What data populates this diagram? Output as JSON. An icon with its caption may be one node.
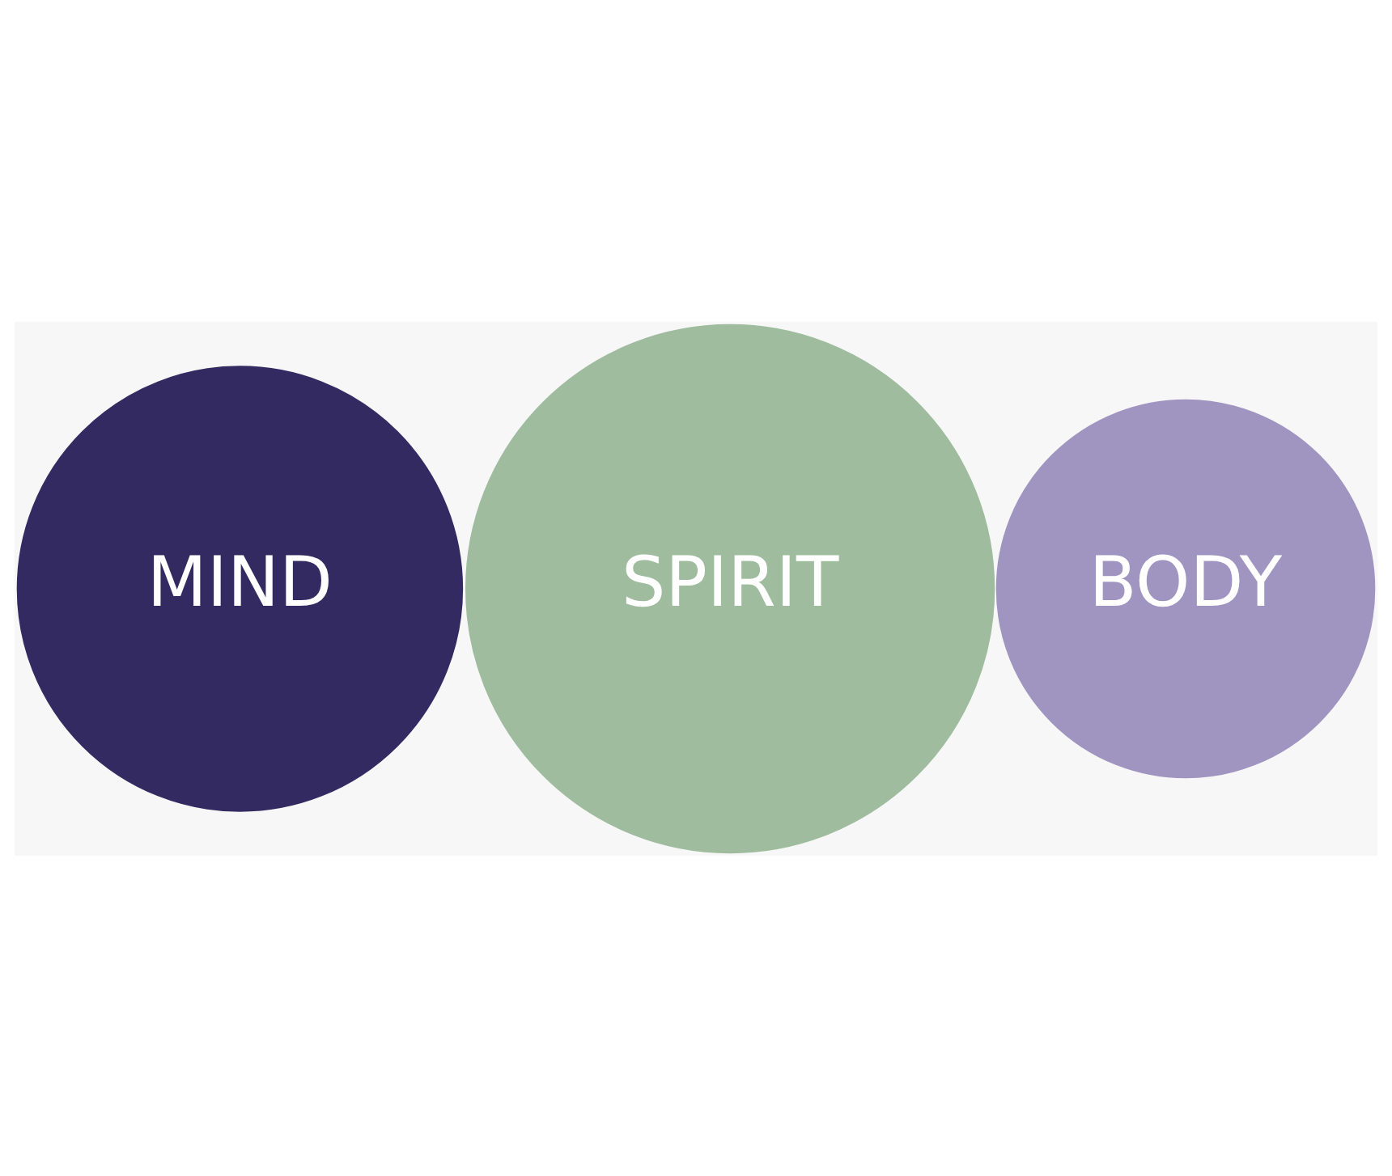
{
  "diagram": {
    "nodes": [
      {
        "text": [
          "MIND"
        ]
      },
      {
        "text": [
          "SPIRIT"
        ]
      },
      {
        "text": [
          "BODY"
        ]
      }
    ],
    "edges": []
  }
}
